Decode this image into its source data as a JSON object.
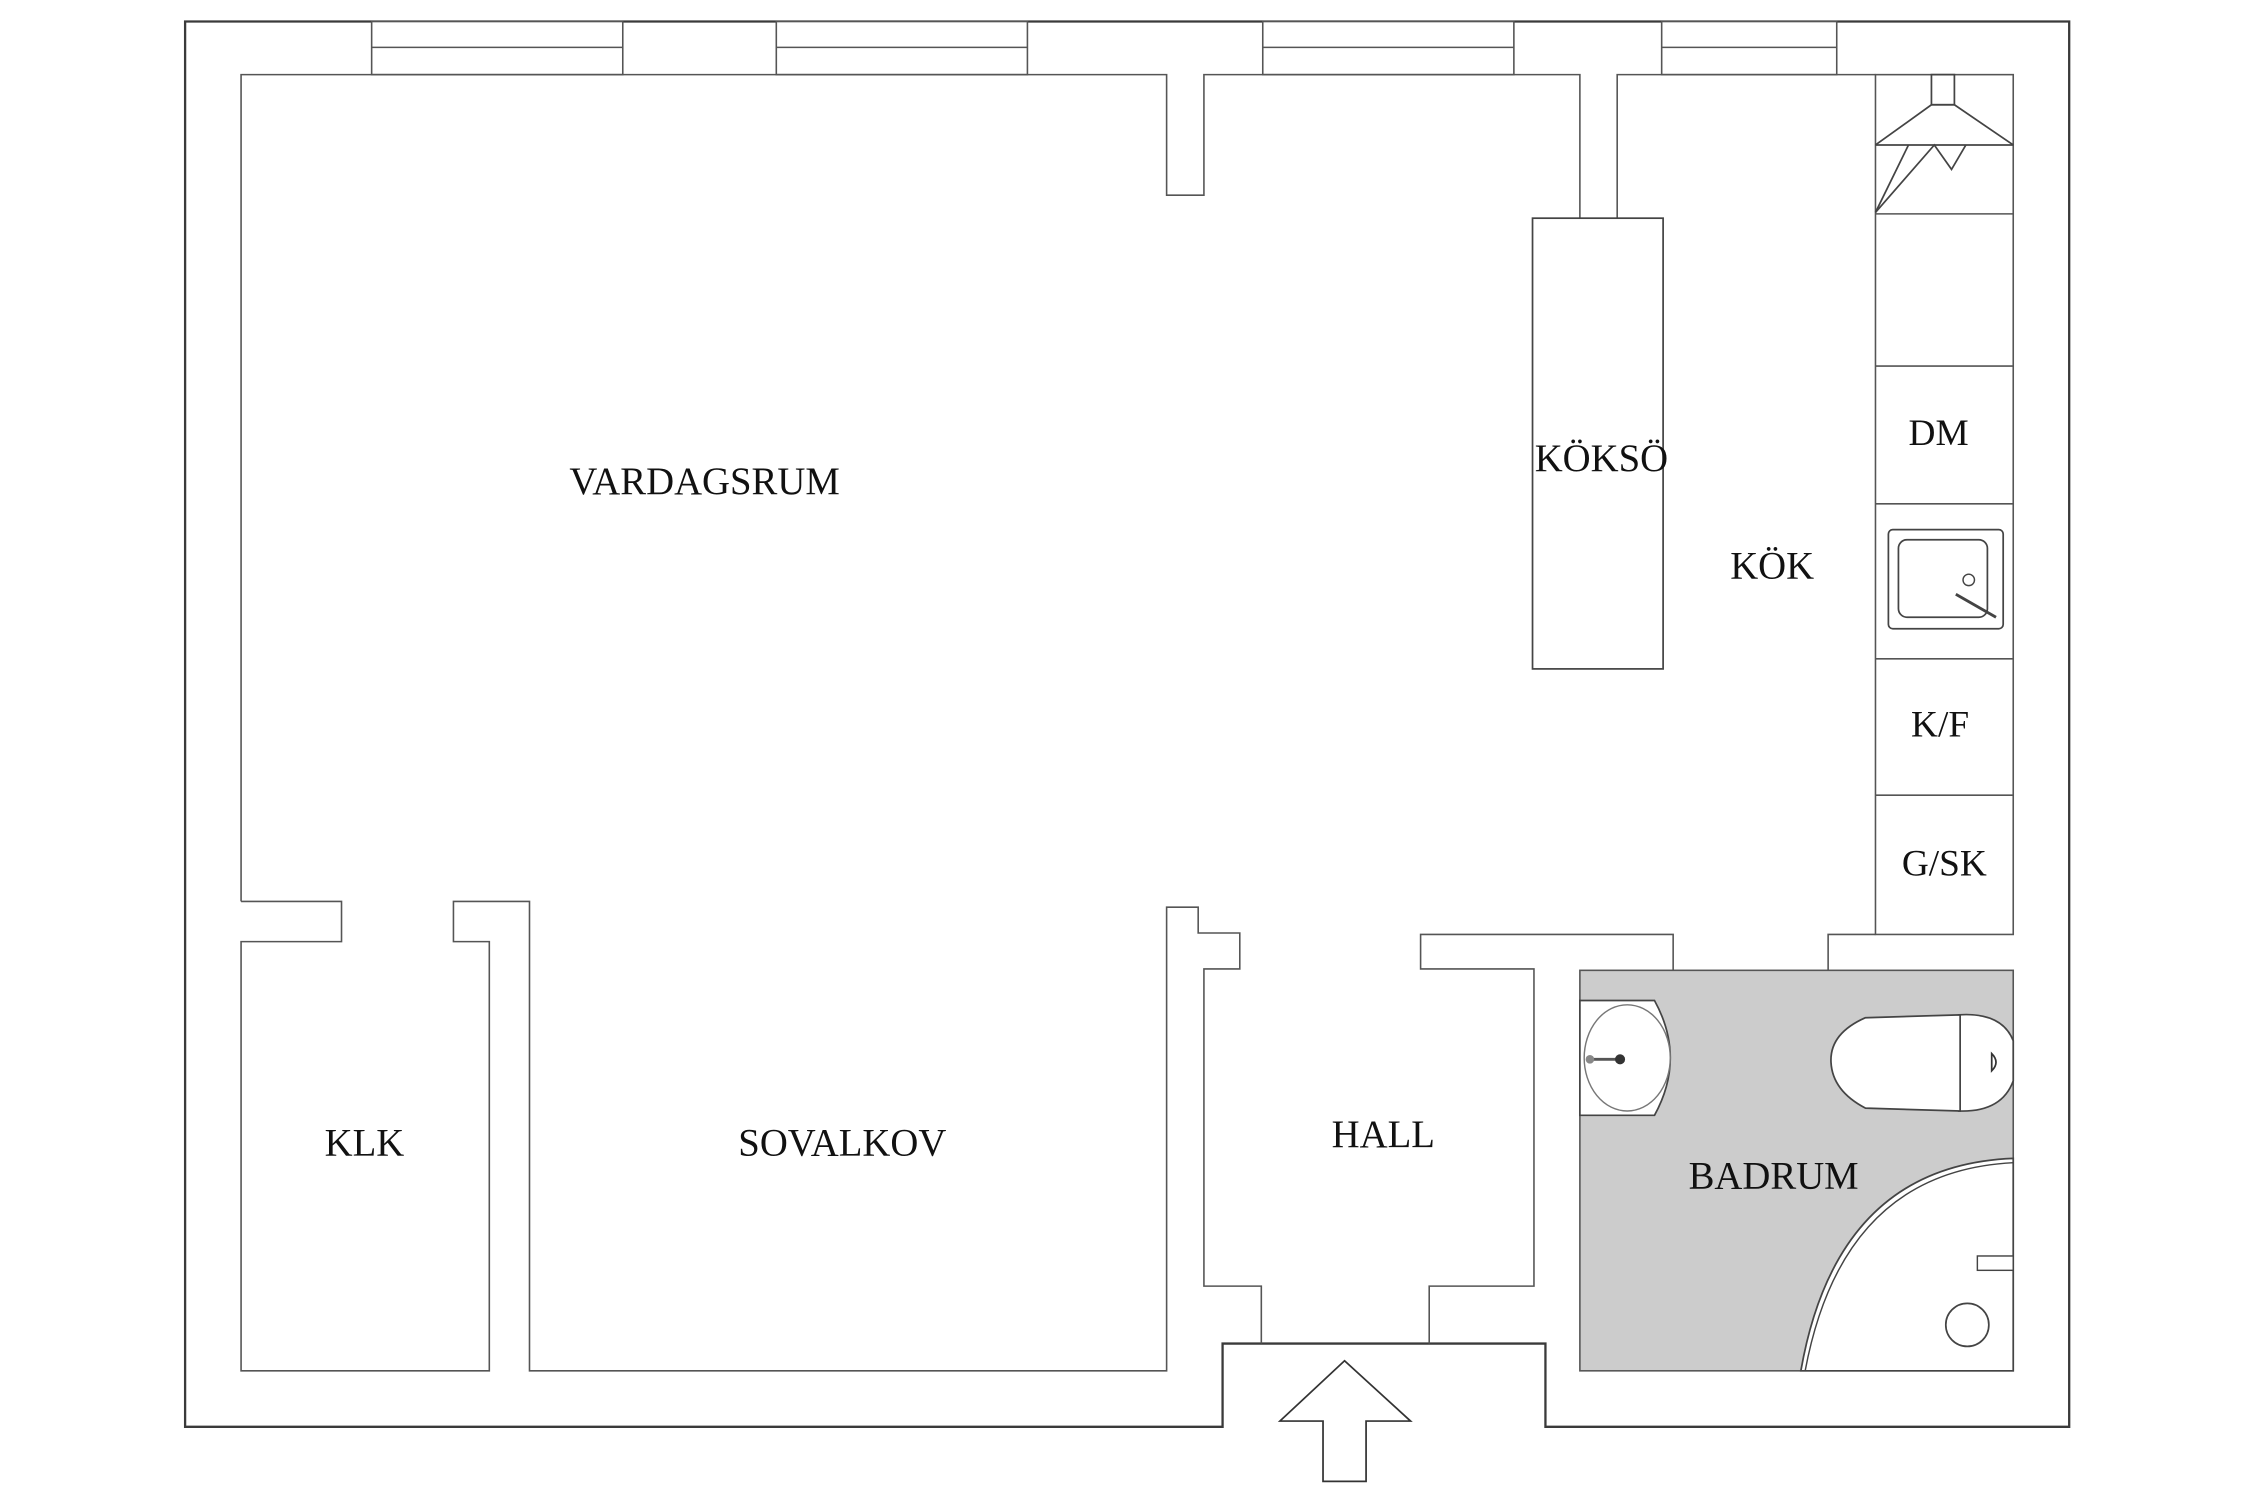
{
  "plan": {
    "colors": {
      "background": "#ffffff",
      "wall_stroke": "#555555",
      "bathroom_fill": "#cccccc",
      "label": "#111111"
    },
    "rooms": {
      "vardagsrum": "VARDAGSRUM",
      "koksö": "KÖKSÖ",
      "kok": "KÖK",
      "klk": "KLK",
      "sovalkov": "SOVALKOV",
      "hall": "HALL",
      "badrum": "BADRUM"
    },
    "kitchen_units": {
      "dm": "DM",
      "kf": "K/F",
      "gsk": "G/SK"
    },
    "icons": [
      "range-hood-icon",
      "kitchen-sink-icon",
      "washbasin-icon",
      "toilet-icon",
      "shower-icon",
      "entrance-arrow-icon"
    ]
  }
}
